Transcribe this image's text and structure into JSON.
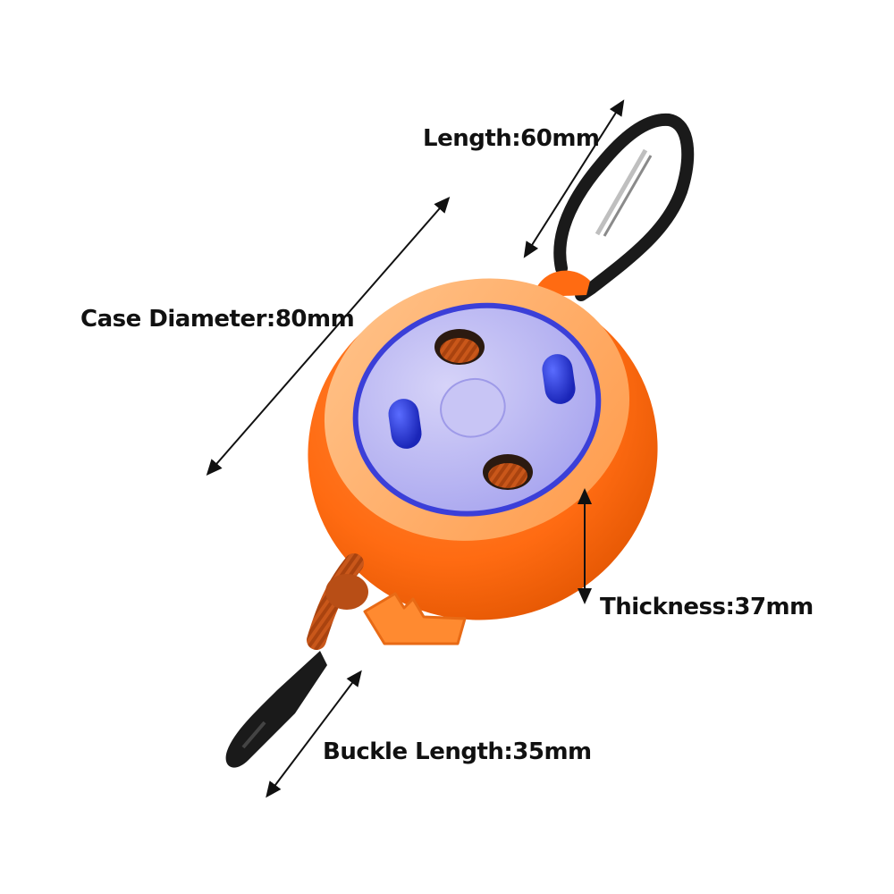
{
  "labels": {
    "length": "Length:60mm",
    "case_diameter": "Case Diameter:80mm",
    "thickness": "Thickness:37mm",
    "buckle_length": "Buckle Length:35mm"
  },
  "colors": {
    "case_orange": "#ff6b12",
    "case_highlight": "#ffb066",
    "lid_blue": "#4a4ee6",
    "lid_face": "#b9b6f2",
    "post_blue": "#1f2fd0",
    "cord_orange": "#c9571a",
    "clip_black": "#1a1a1a",
    "arrow_black": "#111111"
  }
}
